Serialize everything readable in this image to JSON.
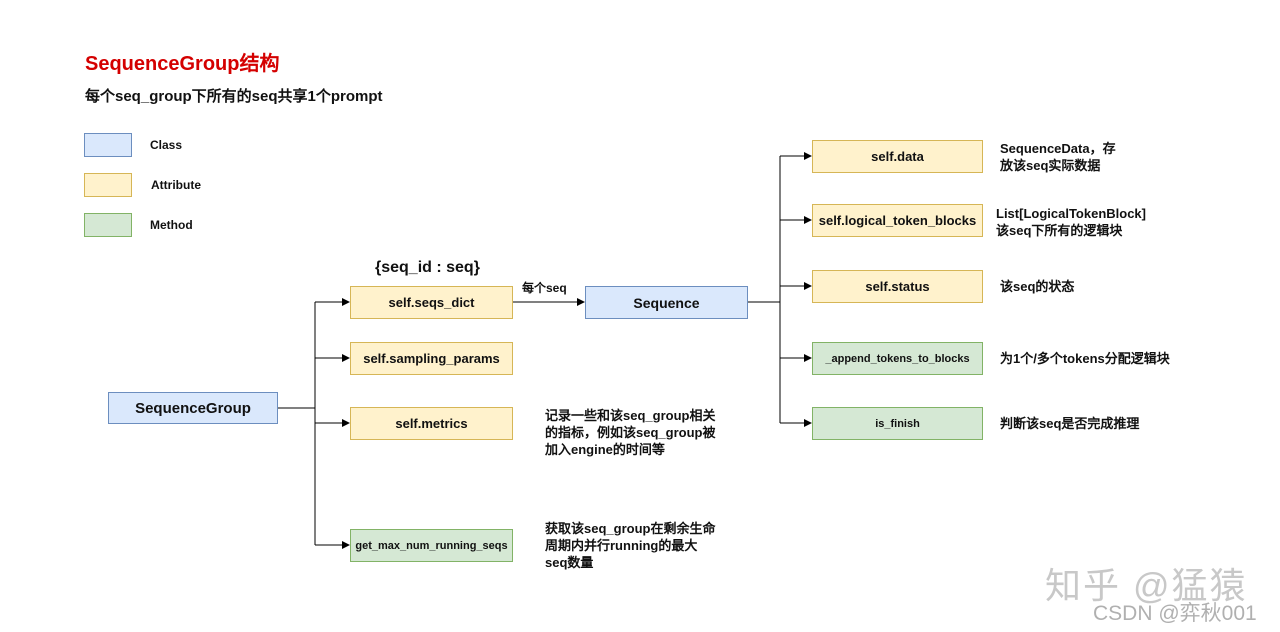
{
  "header": {
    "title": "SequenceGroup结构",
    "subtitle": "每个seq_group下所有的seq共享1个prompt"
  },
  "legend": [
    {
      "label": "Class",
      "color": "#dae8fc",
      "border": "#6c8ebf"
    },
    {
      "label": "Attribute",
      "color": "#fff2cc",
      "border": "#d6b656"
    },
    {
      "label": "Method",
      "color": "#d5e8d4",
      "border": "#82b366"
    }
  ],
  "nodes": {
    "sequence_group": "SequenceGroup",
    "seqs_dict": "self.seqs_dict",
    "sampling_params": "self.sampling_params",
    "metrics": "self.metrics",
    "get_max_num_running_seqs": "get_max_num_running_seqs",
    "sequence": "Sequence",
    "data": "self.data",
    "logical_token_blocks": "self.logical_token_blocks",
    "status": "self.status",
    "append_tokens_to_blocks": "_append_tokens_to_blocks",
    "is_finish": "is_finish"
  },
  "labels": {
    "seqs_dict_heading": "{seq_id : seq}",
    "edge_per_seq": "每个seq"
  },
  "notes": {
    "metrics": [
      "记录一些和该seq_group相关",
      "的指标，例如该seq_group被",
      "加入engine的时间等"
    ],
    "get_max": [
      "获取该seq_group在剩余生命",
      "周期内并行running的最大",
      "seq数量"
    ],
    "data": [
      "SequenceData，存",
      "放该seq实际数据"
    ],
    "logical_token_blocks": [
      "List[LogicalTokenBlock]",
      "该seq下所有的逻辑块"
    ],
    "status": [
      "该seq的状态"
    ],
    "append_tokens": [
      "为1个/多个tokens分配逻辑块"
    ],
    "is_finish": [
      "判断该seq是否完成推理"
    ]
  },
  "watermark": {
    "line1": "知乎 @猛猿",
    "line2": "CSDN @弈秋001"
  },
  "colors": {
    "title": "#d40000",
    "line": "#000000"
  }
}
